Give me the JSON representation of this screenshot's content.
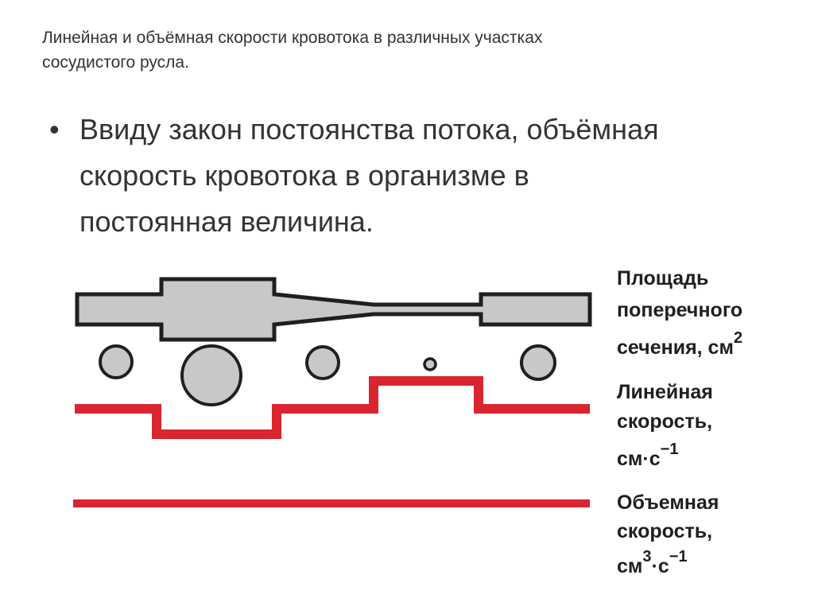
{
  "slide": {
    "title_line1": "Линейная и объёмная скорости кровотока в различных участках",
    "title_line2": "сосудистого русла.",
    "bullet_symbol": "•",
    "bullet_line1": "Ввиду закон постоянства потока, объёмная",
    "bullet_line2": "скорость кровотока в организме в",
    "bullet_line3": "постоянная величина."
  },
  "diagram": {
    "colors": {
      "vessel_fill": "#c8c8c8",
      "vessel_stroke": "#1f1f1f",
      "velocity_line": "#d9252f"
    },
    "labels": {
      "area": {
        "line1": "Площадь",
        "line2": "поперечного",
        "line3": "сечения, см",
        "sup": "2"
      },
      "linear": {
        "line1": "Линейная",
        "line2": "скорость,",
        "line3": "см·с",
        "sup": "−1"
      },
      "volume": {
        "line1": "Объемная",
        "line2": "скорость,",
        "line3_a": "см",
        "sup_a": "3",
        "line3_b": "·с",
        "sup_b": "−1"
      }
    }
  }
}
